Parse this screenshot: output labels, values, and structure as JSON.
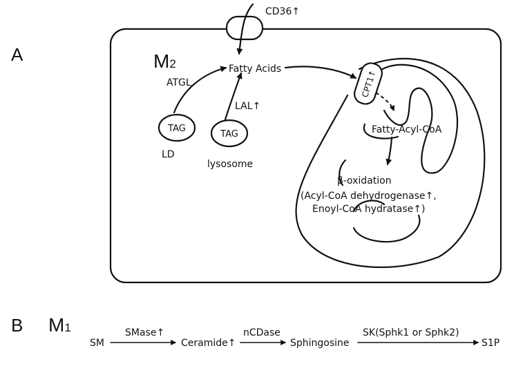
{
  "panel_a": {
    "letter": "A",
    "cell_type": "M",
    "cell_subscript": "2",
    "cd36": "CD36↑",
    "fatty_acids": "Fatty Acids",
    "atgl": "ATGL",
    "lal": "LAL↑",
    "tag_ld": "TAG",
    "ld": "LD",
    "tag_lysosome": "TAG",
    "lysosome": "lysosome",
    "cpt1": "CPT1↑",
    "fatty_acyl_coa": "Fatty-Acyl-CoA",
    "beta_oxidation": "β-oxidation",
    "enzyme_line1": "(Acyl-CoA dehydrogenase↑,",
    "enzyme_line2": "Enoyl-CoA hydratase↑)"
  },
  "panel_b": {
    "letter": "B",
    "cell_type": "M",
    "cell_subscript": "1",
    "nodes": [
      "SM",
      "Ceramide↑",
      "Sphingosine",
      "S1P"
    ],
    "enzymes": [
      "SMase↑",
      "nCDase",
      "SK(Sphk1 or Sphk2)"
    ]
  },
  "colors": {
    "ink": "#111111",
    "background": "#ffffff"
  }
}
